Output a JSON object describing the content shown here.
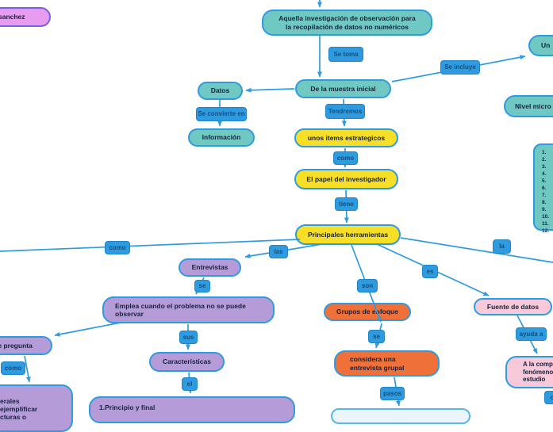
{
  "title": "Concept map - Investigación cualitativa",
  "colors": {
    "connector_blue": "#2E9BE0",
    "label_text": "#154E78",
    "node_teal": "#6FC8C1",
    "node_yellow": "#F6DF26",
    "node_purple": "#B59CD9",
    "node_orange": "#EF7038",
    "node_pink": "#F8C9D8",
    "node_orchid": "#E79CF0",
    "node_text": "#16213E"
  },
  "nodes": {
    "sanchez": {
      "label": "o sanchez"
    },
    "aquella": {
      "label": "Aquella investigación de observación para\nla recopilación de datos no numéricos"
    },
    "muestra": {
      "label": "De la muestra inicial"
    },
    "datos": {
      "label": "Datos"
    },
    "informacion": {
      "label": "Información"
    },
    "items": {
      "label": "unos items estrategicos"
    },
    "papel": {
      "label": "El papel del investigador"
    },
    "herramientas": {
      "label": "Principales herramientas"
    },
    "entrevistas": {
      "label": "Entrevistas"
    },
    "emplea": {
      "label": "Emplea cuando el problema no se puede\nobservar"
    },
    "caracteristicas": {
      "label": "Características"
    },
    "principio": {
      "label": "1.Principio y final"
    },
    "pregunta": {
      "label": "de pregunta"
    },
    "erales": {
      "label": "erales\nejemplificar\ncturas o"
    },
    "grupos": {
      "label": "Grupos de enfoque"
    },
    "considera": {
      "label": "considera una\nentrevista grupal"
    },
    "fuente": {
      "label": "Fuente de datos"
    },
    "alacomp": {
      "label": "A la comp\nfenómeno\nestudio"
    },
    "un": {
      "label": "Un"
    },
    "nivel": {
      "label": "Nivel micro"
    },
    "numeros": {
      "label": "1.\n2.\n3.\n4.\n5.\n6.\n7.\n8.\n9.\n10.\n11.\n12."
    },
    "bottom": {
      "label": ""
    }
  },
  "edge_labels": {
    "se_toma": "Se toma",
    "se_convierte": "Se convierte en",
    "tendremos": "Tendremos",
    "como_mid": "como",
    "tiene": "tiene",
    "se_incluye": "Se incluye",
    "como_left": "como",
    "las": "las",
    "se_1": "se",
    "sus": "sus",
    "el": "el",
    "como_2": "como",
    "son": "son",
    "se_2": "se",
    "pasos": "pasos",
    "es": "es",
    "ayuda_a": "ayuda a",
    "la": "la",
    "fragment": "c"
  }
}
